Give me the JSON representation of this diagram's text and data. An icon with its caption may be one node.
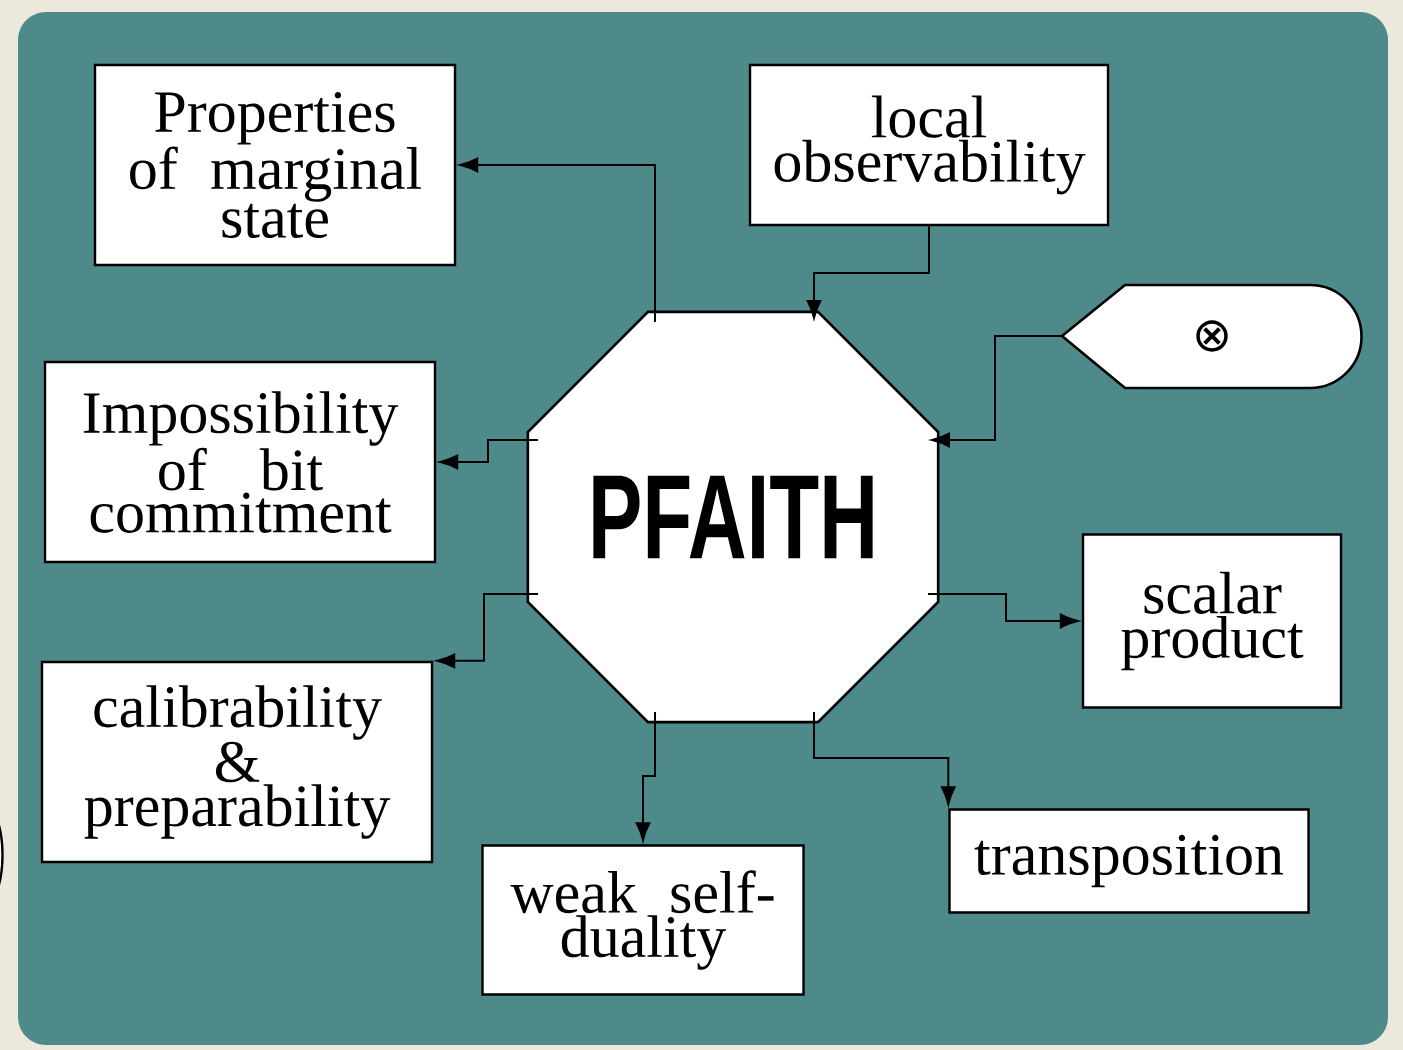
{
  "diagram": {
    "nodes": [
      {
        "text": [
          "PFAITH"
        ]
      },
      {
        "text": [
          "Properties of marginal state"
        ]
      },
      {
        "text": [
          "local observability"
        ]
      },
      {
        "text": [
          "⊗"
        ]
      },
      {
        "text": [
          "Impossibility of bit commitment"
        ]
      },
      {
        "text": [
          "scalar product"
        ]
      },
      {
        "text": [
          "calibrability & preparability"
        ]
      },
      {
        "text": [
          "weak self-duality"
        ]
      },
      {
        "text": [
          "transposition"
        ]
      }
    ],
    "edges": [
      {
        "from": 0,
        "to": 1,
        "arrow": "to"
      },
      {
        "from": 2,
        "to": 0,
        "arrow": "to"
      },
      {
        "from": 3,
        "to": 0,
        "arrow": "to"
      },
      {
        "from": 0,
        "to": 4,
        "arrow": "to"
      },
      {
        "from": 0,
        "to": 5,
        "arrow": "to"
      },
      {
        "from": 0,
        "to": 6,
        "arrow": "to"
      },
      {
        "from": 0,
        "to": 7,
        "arrow": "to"
      },
      {
        "from": 0,
        "to": 8,
        "arrow": "to"
      }
    ]
  }
}
